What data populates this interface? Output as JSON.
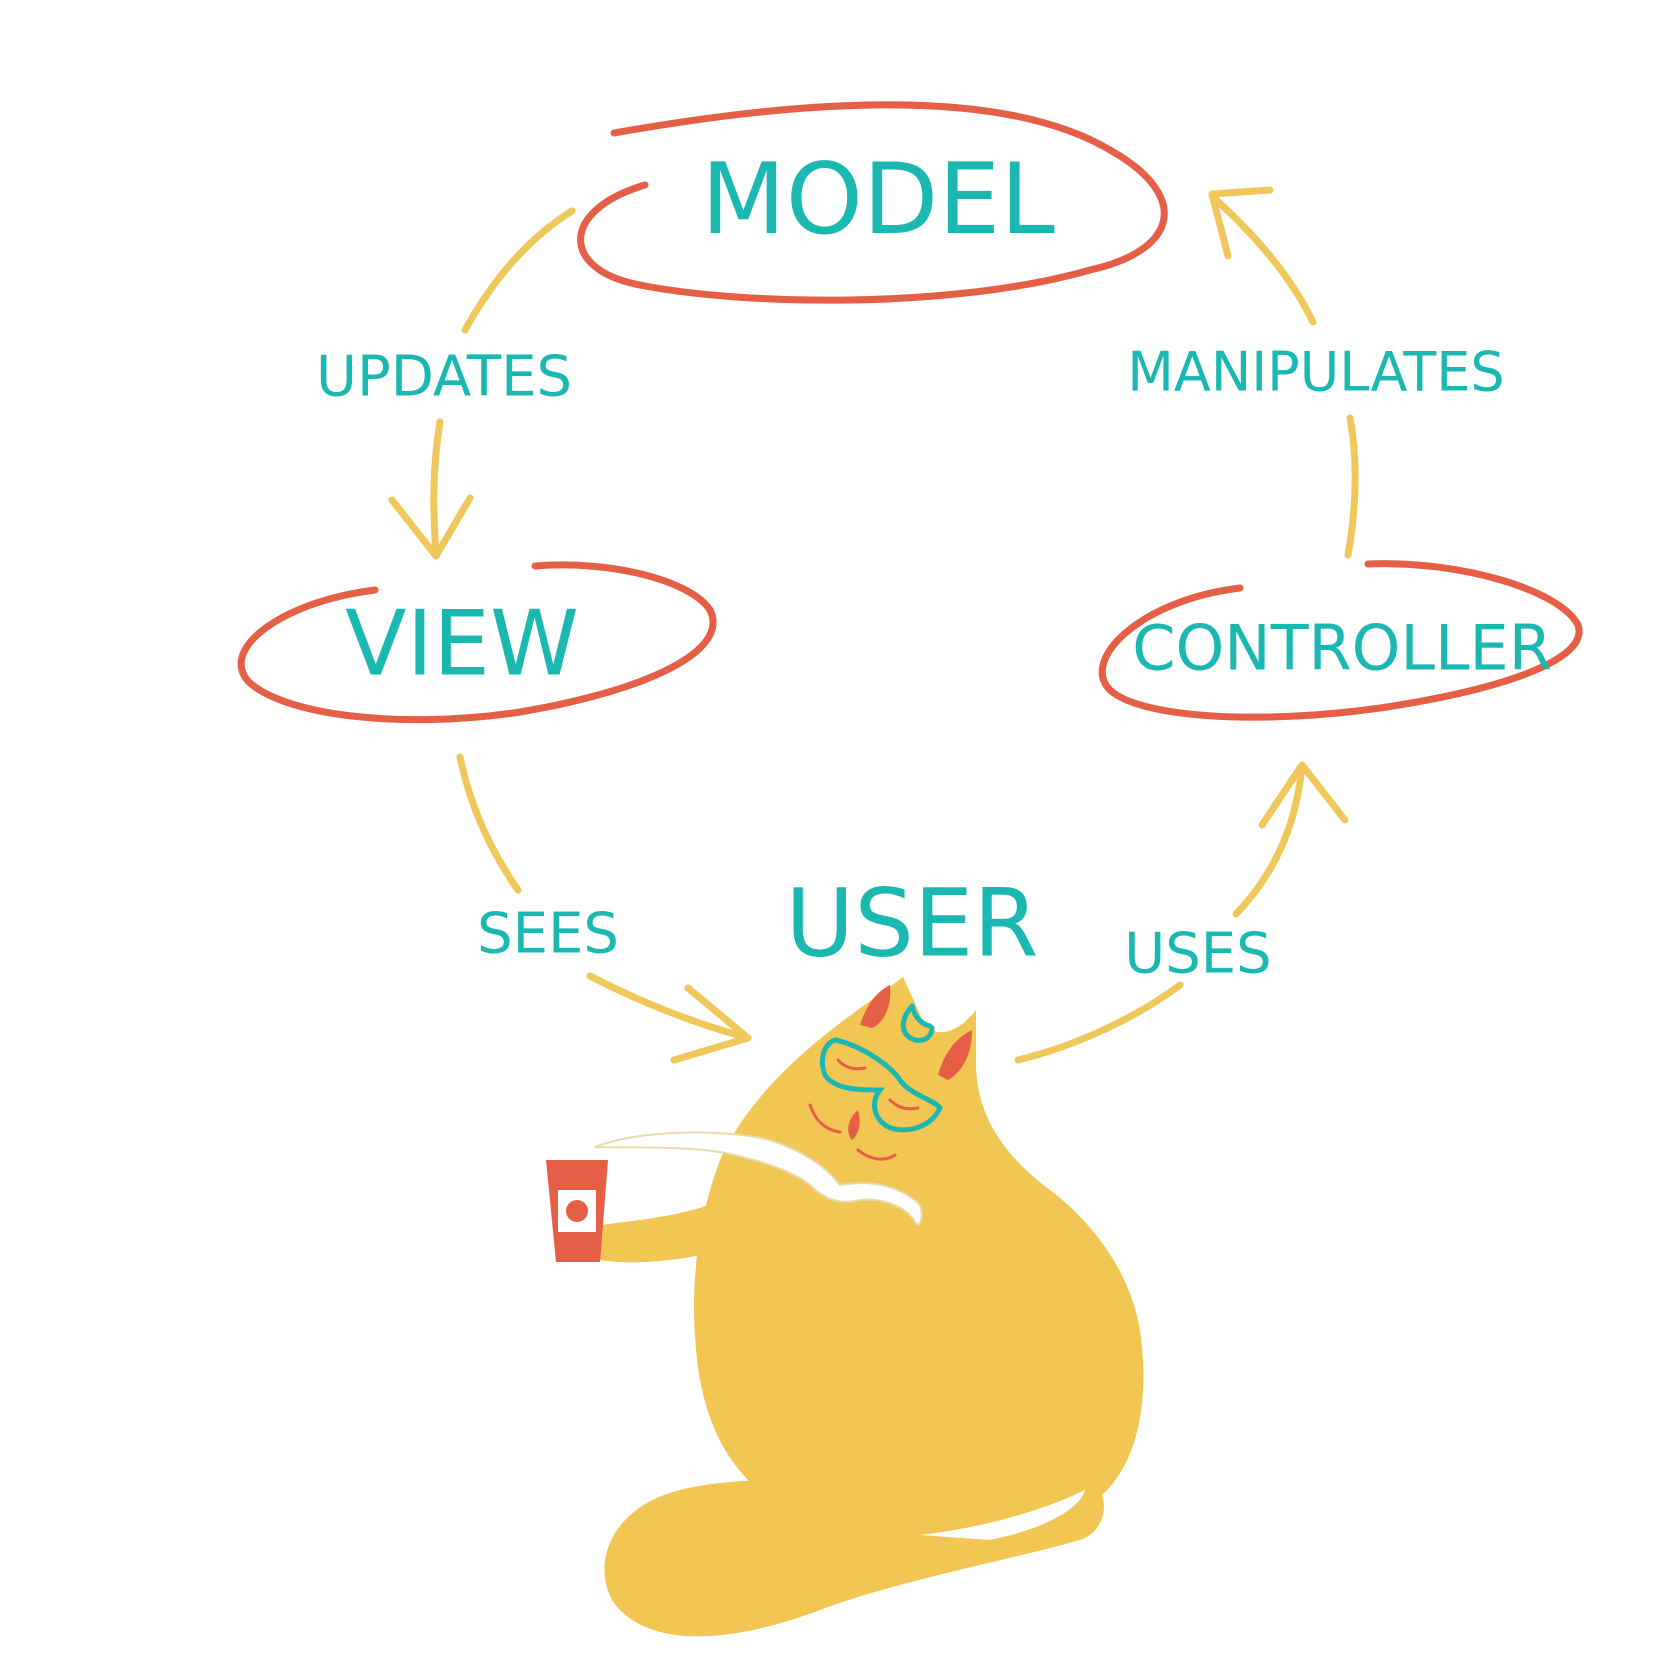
{
  "nodes": {
    "model": "MODEL",
    "view": "VIEW",
    "controller": "CONTROLLER",
    "user": "USER"
  },
  "edges": {
    "updates": "UPDATES",
    "sees": "SEES",
    "uses": "USES",
    "manipulates": "MANIPULATES"
  },
  "colors": {
    "text": "#1bb8b2",
    "oval": "#e45f45",
    "arrow": "#f0c75a",
    "cat": "#f1c653",
    "cup": "#e45f45"
  }
}
